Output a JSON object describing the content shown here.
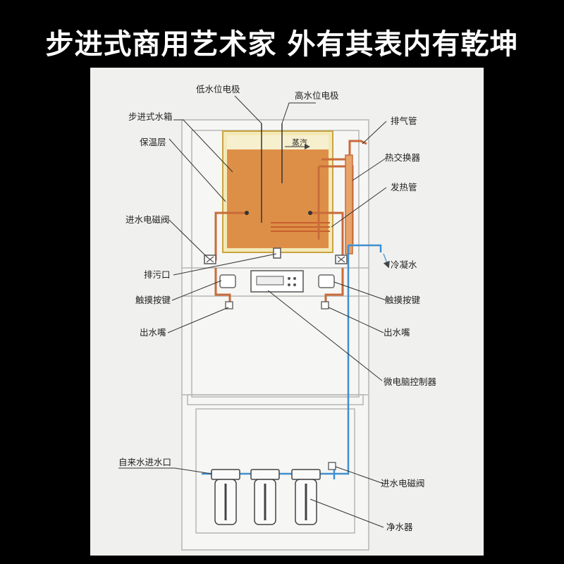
{
  "title": "步进式商用艺术家 外有其表内有乾坤",
  "tank_text": "蒸汽",
  "labels": {
    "low_probe": "低水位电极",
    "high_probe": "高水位电极",
    "tank": "步进式水箱",
    "insulation": "保温层",
    "inlet_valve_top": "进水电磁阀",
    "drain": "排污口",
    "touch_left": "触摸按键",
    "spout_left": "出水嘴",
    "vent": "排气管",
    "heat_exchanger": "热交换器",
    "heater": "发热管",
    "condensate": "冷凝水",
    "touch_right": "触摸按键",
    "spout_right": "出水嘴",
    "controller": "微电脑控制器",
    "tap_inlet": "自来水进水口",
    "inlet_valve_bottom": "进水电磁阀",
    "purifier": "净水器"
  },
  "colors": {
    "background": "#000000",
    "cabinet": "#f3f3f1",
    "water": "#de8f47",
    "pipe_hot": "#c96b3a",
    "pipe_cold": "#3f8fd0",
    "tank_frame": "#d8b24a"
  }
}
